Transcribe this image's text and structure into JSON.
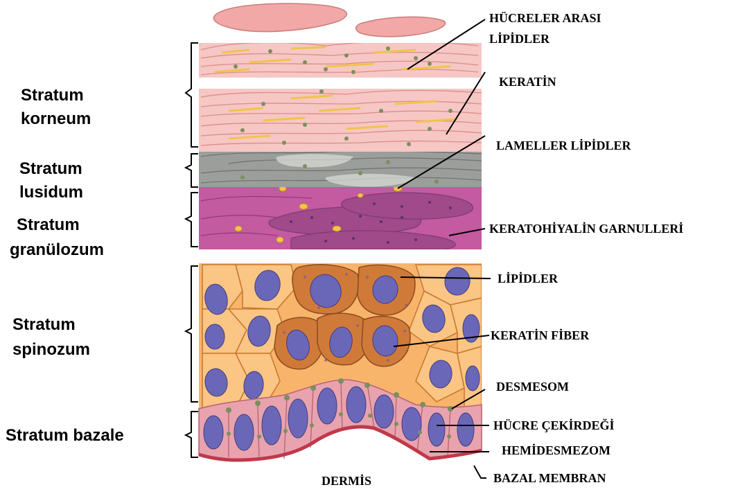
{
  "layers": [
    {
      "id": "korneum",
      "lines": [
        "Stratum",
        "korneum"
      ]
    },
    {
      "id": "lusidum",
      "lines": [
        "Stratum",
        "lusidum"
      ]
    },
    {
      "id": "granulozum",
      "lines": [
        "Stratum",
        "granülozum"
      ]
    },
    {
      "id": "spinozum",
      "lines": [
        "Stratum",
        "spinozum"
      ]
    },
    {
      "id": "bazale",
      "lines": [
        "Stratum bazale"
      ]
    }
  ],
  "callouts": [
    {
      "id": "hucreler-arasi-lipidler",
      "lines": [
        "HÜCRELER ARASI",
        "LİPİDLER"
      ]
    },
    {
      "id": "keratin",
      "lines": [
        "KERATİN"
      ]
    },
    {
      "id": "lameller-lipidler",
      "lines": [
        "LAMELLER LİPİDLER"
      ]
    },
    {
      "id": "keratohiyalin",
      "lines": [
        "KERATOHİYALİN GARNULLERİ"
      ]
    },
    {
      "id": "lipidler",
      "lines": [
        "LİPİDLER"
      ]
    },
    {
      "id": "keratin-fiber",
      "lines": [
        "KERATİN FİBER"
      ]
    },
    {
      "id": "desmesom",
      "lines": [
        "DESMESOM"
      ]
    },
    {
      "id": "hucre-cekirdegi",
      "lines": [
        "HÜCRE ÇEKİRDEĞİ"
      ]
    },
    {
      "id": "hemidesmezom",
      "lines": [
        "HEMİDESMEZOM"
      ]
    },
    {
      "id": "bazal-membran",
      "lines": [
        "BAZAL MEMBRAN"
      ]
    }
  ],
  "bottom_label": "DERMİS",
  "colors": {
    "korneum_fill": "#f6c7c4",
    "korneum_cell": "#e99b98",
    "lipid_streak": "#f0c44a",
    "lusidum_fill": "#9c9e9b",
    "lusidum_cell": "#7e807d",
    "granulozum_fill": "#c45aa0",
    "granule": "#7b3a8e",
    "spinozum_fill": "#f9b46c",
    "spinozum_cell_border": "#c87a2f",
    "inner_cell": "#d07a3a",
    "nucleus": "#6b67b8",
    "bazale_fill": "#e8a3ae",
    "desmosome": "#7b8f5e",
    "basement": "#c0394b"
  }
}
